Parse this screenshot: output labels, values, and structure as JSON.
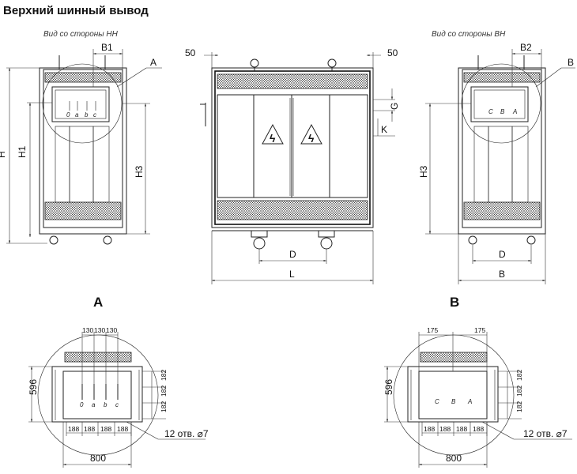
{
  "title": "Верхний шинный вывод",
  "views": {
    "lv_caption": "Вид со стороны НН",
    "hv_caption": "Вид со стороны ВН"
  },
  "dims": {
    "b1": "B1",
    "b2": "B2",
    "h": "H",
    "h1": "H1",
    "h3": "H3",
    "d": "D",
    "l": "L",
    "b": "B",
    "g": "G",
    "k": "K",
    "fifty": "50"
  },
  "callouts": {
    "a": "A",
    "b": "B"
  },
  "detail_a": {
    "label": "A",
    "top_dims": [
      "130",
      "130",
      "130"
    ],
    "height": "596",
    "side_dims": [
      "182",
      "182",
      "182"
    ],
    "bottom_dims": [
      "188",
      "188",
      "188",
      "188"
    ],
    "width": "800",
    "holes": "12 отв. ⌀7",
    "phases": [
      "0",
      "a",
      "b",
      "c"
    ]
  },
  "detail_b": {
    "label": "B",
    "top_dims": [
      "175",
      "175"
    ],
    "height": "596",
    "side_dims": [
      "182",
      "182",
      "182"
    ],
    "bottom_dims": [
      "188",
      "188",
      "188",
      "188"
    ],
    "width": "800",
    "holes": "12 отв. ⌀7",
    "phases": [
      "C",
      "B",
      "A"
    ]
  },
  "lv_phases": [
    "0",
    "a",
    "b",
    "c"
  ],
  "hv_phases": [
    "C",
    "B",
    "A"
  ]
}
